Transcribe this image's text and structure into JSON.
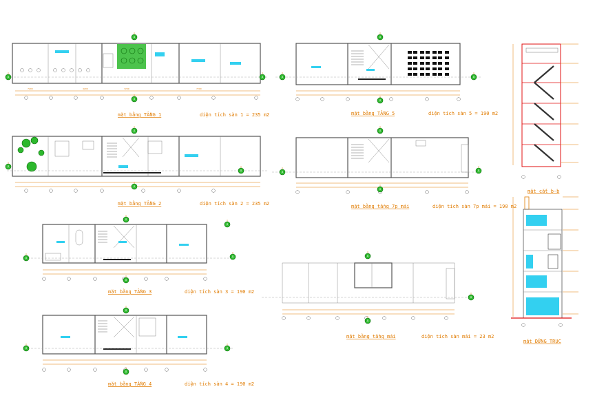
{
  "plans": {
    "floor1": {
      "title": "mặt bằng TẦNG 1",
      "area": "diện tích sàn 1 = 235 m2"
    },
    "floor2": {
      "title": "mặt bằng TẦNG 2",
      "area": "diện tích sàn 2 = 235 m2"
    },
    "floor3": {
      "title": "mặt bằng TẦNG 3",
      "area": "diện tích sàn 3 = 190 m2"
    },
    "floor4": {
      "title": "mặt bằng TẦNG 4",
      "area": "diện tích sàn 4 = 190 m2"
    },
    "floor5": {
      "title": "mặt bằng TẦNG 5",
      "area": "diện tích sàn 5 = 190 m2"
    },
    "floorTum": {
      "title": "mặt bằng tầng 7p mái",
      "area": "diện tích sàn 7p mái = 190 m2"
    },
    "roof": {
      "title": "mặt bằng tầng mái",
      "area": "diện tích sàn mái = 23 m2"
    }
  },
  "sections": {
    "section_bb": {
      "title": "mặt cắt b-b"
    },
    "elevation": {
      "title": "mặt ĐỨNG TRỤC"
    }
  },
  "colors": {
    "annotation": "#e07b00",
    "marker": "#2db82d",
    "wall": "#555555",
    "section_red": "#e01010",
    "glass": "#33d0f0"
  }
}
